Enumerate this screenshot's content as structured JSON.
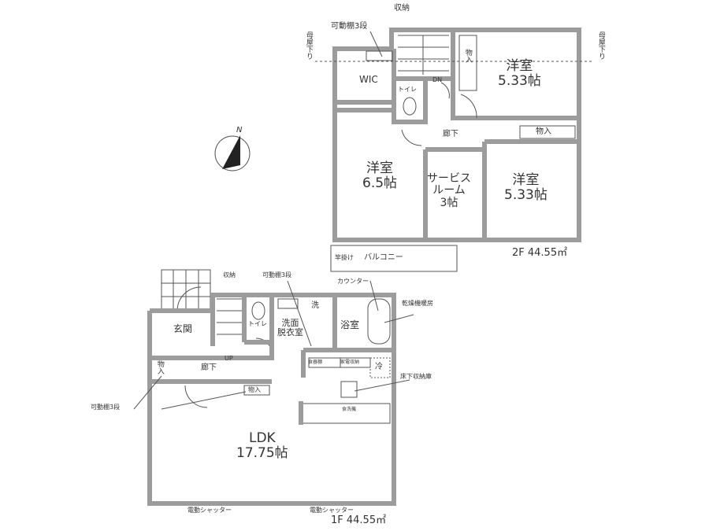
{
  "compass": {
    "north_label": "N"
  },
  "floor2": {
    "area_label": "2F 44.55㎡",
    "rooms": {
      "western_room_ne": {
        "name": "洋室",
        "size": "5.33帖"
      },
      "western_room_w": {
        "name": "洋室",
        "size": "6.5帖"
      },
      "western_room_e": {
        "name": "洋室",
        "size": "5.33帖"
      },
      "service_room": {
        "name": "サービス",
        "name2": "ルーム",
        "size": "3帖"
      },
      "wic": "WIC",
      "toilet": "トイレ",
      "hallway": "廊下",
      "closet_1": "物入",
      "closet_2": "物入",
      "balcony": "バルコニー",
      "clothes_rail": "竿掛け"
    },
    "annotations": {
      "storage": "収納",
      "adjustable_shelf": "可動棚3段",
      "down": "DN",
      "roof_left": "母屋下り",
      "roof_right": "母屋下り"
    }
  },
  "floor1": {
    "area_label": "1F 44.55㎡",
    "rooms": {
      "ldk": {
        "name": "LDK",
        "size": "17.75帖"
      },
      "entrance": "玄関",
      "toilet": "トイレ",
      "washroom": "洗面",
      "washroom2": "脱衣室",
      "bath": "浴室",
      "hallway": "廊下",
      "closet_1": "物入",
      "closet_2": "物入",
      "washer": "洗",
      "fridge": "冷",
      "cupboard": "食器棚",
      "appliance_storage": "家電収納",
      "dishwasher": "食洗機"
    },
    "annotations": {
      "storage": "収納",
      "adjustable_shelf_1": "可動棚3段",
      "adjustable_shelf_2": "可動棚3段",
      "counter": "カウンター",
      "bath_dryer": "乾燥機暖房",
      "underfloor_storage": "床下収納庫",
      "up": "UP",
      "shutter_1": "電動シャッター",
      "shutter_2": "電動シャッター"
    }
  }
}
